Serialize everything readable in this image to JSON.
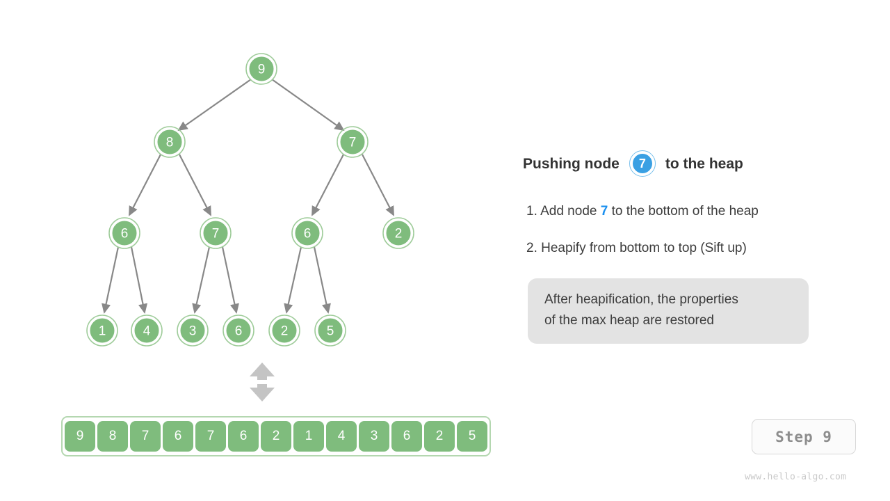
{
  "colors": {
    "node_fill": "#7fbc7d",
    "node_ring": "#9fcc9a",
    "edge": "#888888",
    "accent_blue": "#3aa0e3",
    "text_blue": "#1a8fef",
    "callout_bg": "#e3e3e3",
    "text": "#333333",
    "watermark": "#c9c9c9"
  },
  "tree": {
    "levels": [
      [
        {
          "value": "9"
        }
      ],
      [
        {
          "value": "8"
        },
        {
          "value": "7"
        }
      ],
      [
        {
          "value": "6"
        },
        {
          "value": "7"
        },
        {
          "value": "6"
        },
        {
          "value": "2"
        }
      ],
      [
        {
          "value": "1"
        },
        {
          "value": "4"
        },
        {
          "value": "3"
        },
        {
          "value": "6"
        },
        {
          "value": "2"
        },
        {
          "value": "5"
        }
      ]
    ]
  },
  "array": {
    "values": [
      "9",
      "8",
      "7",
      "6",
      "7",
      "6",
      "2",
      "1",
      "4",
      "3",
      "6",
      "2",
      "5"
    ]
  },
  "swap_arrow": {
    "icon": "double-headed-vertical-arrow"
  },
  "info": {
    "headline_prefix": "Pushing node",
    "headline_badge_value": "7",
    "headline_suffix": "to the heap",
    "steps": [
      {
        "index": "1.",
        "before": "Add node",
        "highlight": "7",
        "after": "to the bottom of the heap"
      },
      {
        "index": "2.",
        "before": "Heapify from bottom to top (Sift up)",
        "highlight": "",
        "after": ""
      }
    ],
    "callout_line_1": "After heapification, the properties",
    "callout_line_2": "of the max heap are restored"
  },
  "footer": {
    "step_label": "Step  9",
    "watermark": "www.hello-algo.com"
  }
}
